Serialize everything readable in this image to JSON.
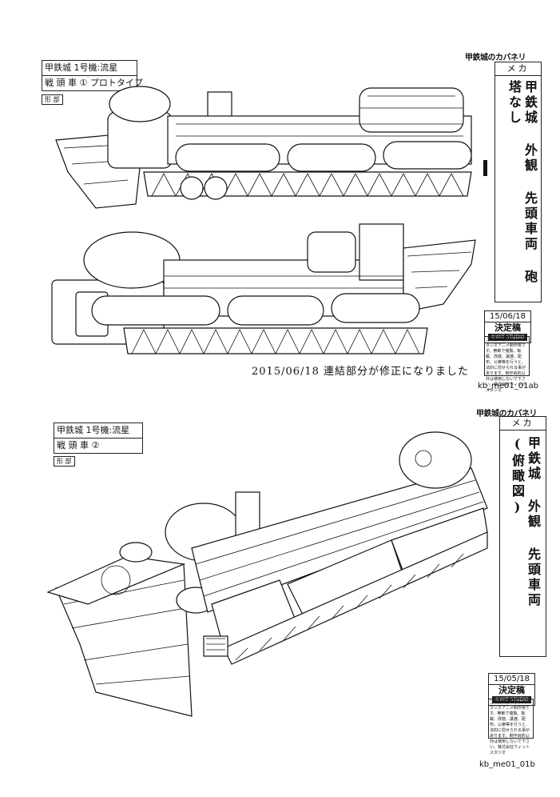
{
  "sheet1": {
    "title_line1": "甲鉄城 1号機:流星",
    "title_line2": "戦 頭 車 ① プロトタイプ",
    "title_tag": "形 部",
    "brand_logo": "甲鉄城のカバネリ",
    "category": "メカ",
    "vertical_title": "甲鉄城 外観 先頭車両 砲塔なし",
    "approval_date": "15/06/18",
    "approval_label": "決定稿",
    "studio": "©WIT STUDIO",
    "notice": "この資料はウィットスタジオアニメ制作用です。無断で複製、転載、改竄、譲渡、配布、公衆等を行うと、法的に罰せられる事があります。制作目的以外は使用しないで下さい。株式会社ウィットスタジオ",
    "revision_note": "2015/06/18 連結部分が修正になりました",
    "code": "kb_me01_01ab"
  },
  "sheet2": {
    "title_line1": "甲鉄城 1号機:流星",
    "title_line2": "戦 頭 車 ②",
    "title_tag": "形 部",
    "brand_logo": "甲鉄城のカバネリ",
    "category": "メカ",
    "vertical_title": "甲鉄城 外観 先頭車両 (俯瞰図)",
    "approval_date": "15/05/18",
    "approval_label": "決定稿",
    "studio": "©WIT STUDIO",
    "notice": "この資料はウィットスタジオアニメ制作用です。無断で複製、転載、改竄、譲渡、配布、公衆等を行うと、法的に罰せられる事があります。制作目的以外は使用しないで下さい。株式会社ウィットスタジオ",
    "code": "kb_me01_01b"
  }
}
